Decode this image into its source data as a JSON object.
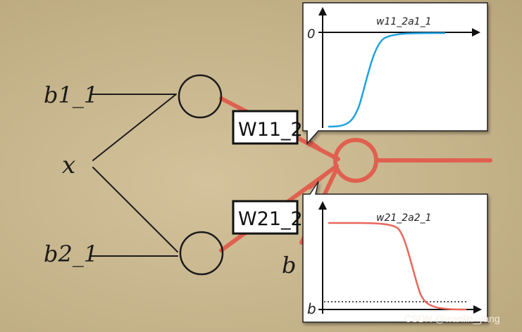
{
  "inputs": {
    "x": "x",
    "b1": "b1_1",
    "b2": "b2_1"
  },
  "weights": {
    "w11": "W11_2",
    "w21": "W21_2"
  },
  "output_bias": "b",
  "plot_top": {
    "title": "w11_2a1_1",
    "axis_label": "0",
    "curve_color": "#1fa1e0",
    "shape": "rising sigmoid"
  },
  "plot_bottom": {
    "title": "w21_2a2_1",
    "axis_label": "b",
    "curve_color": "#e8675a",
    "shape": "falling sigmoid"
  },
  "colors": {
    "connection": "#e0604f",
    "ink": "#1b1b1b"
  },
  "watermark": "CSDN @wanlin_yang"
}
